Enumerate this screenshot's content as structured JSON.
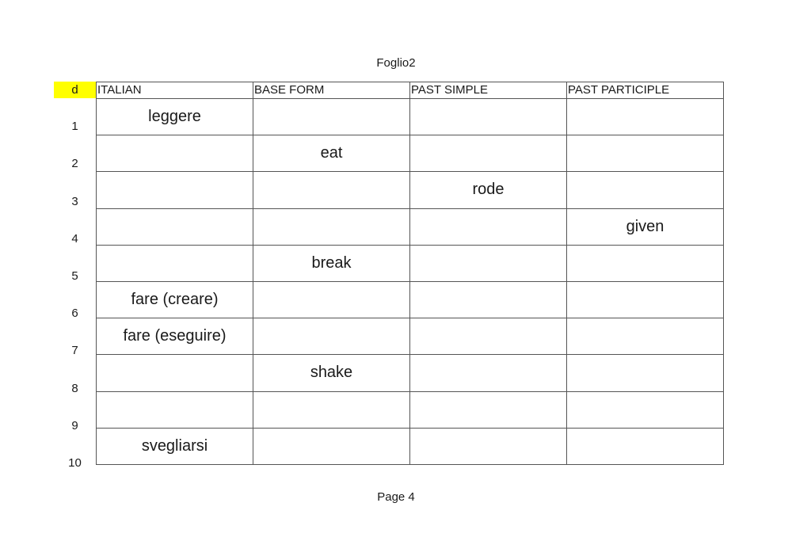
{
  "sheet_title": "Foglio2",
  "corner_label": "d",
  "corner_color": "#ffff00",
  "columns": [
    "ITALIAN",
    "BASE FORM",
    "PAST SIMPLE",
    "PAST PARTICIPLE"
  ],
  "rows": [
    {
      "num": "1",
      "cells": [
        "leggere",
        "",
        "",
        ""
      ]
    },
    {
      "num": "2",
      "cells": [
        "",
        "eat",
        "",
        ""
      ]
    },
    {
      "num": "3",
      "cells": [
        "",
        "",
        "rode",
        ""
      ]
    },
    {
      "num": "4",
      "cells": [
        "",
        "",
        "",
        "given"
      ]
    },
    {
      "num": "5",
      "cells": [
        "",
        "break",
        "",
        ""
      ]
    },
    {
      "num": "6",
      "cells": [
        "fare (creare)",
        "",
        "",
        ""
      ]
    },
    {
      "num": "7",
      "cells": [
        "fare (eseguire)",
        "",
        "",
        ""
      ]
    },
    {
      "num": "8",
      "cells": [
        "",
        "shake",
        "",
        ""
      ]
    },
    {
      "num": "9",
      "cells": [
        "",
        "",
        "",
        ""
      ]
    },
    {
      "num": "10",
      "cells": [
        "svegliarsi",
        "",
        "",
        ""
      ]
    }
  ],
  "footer": "Page 4"
}
